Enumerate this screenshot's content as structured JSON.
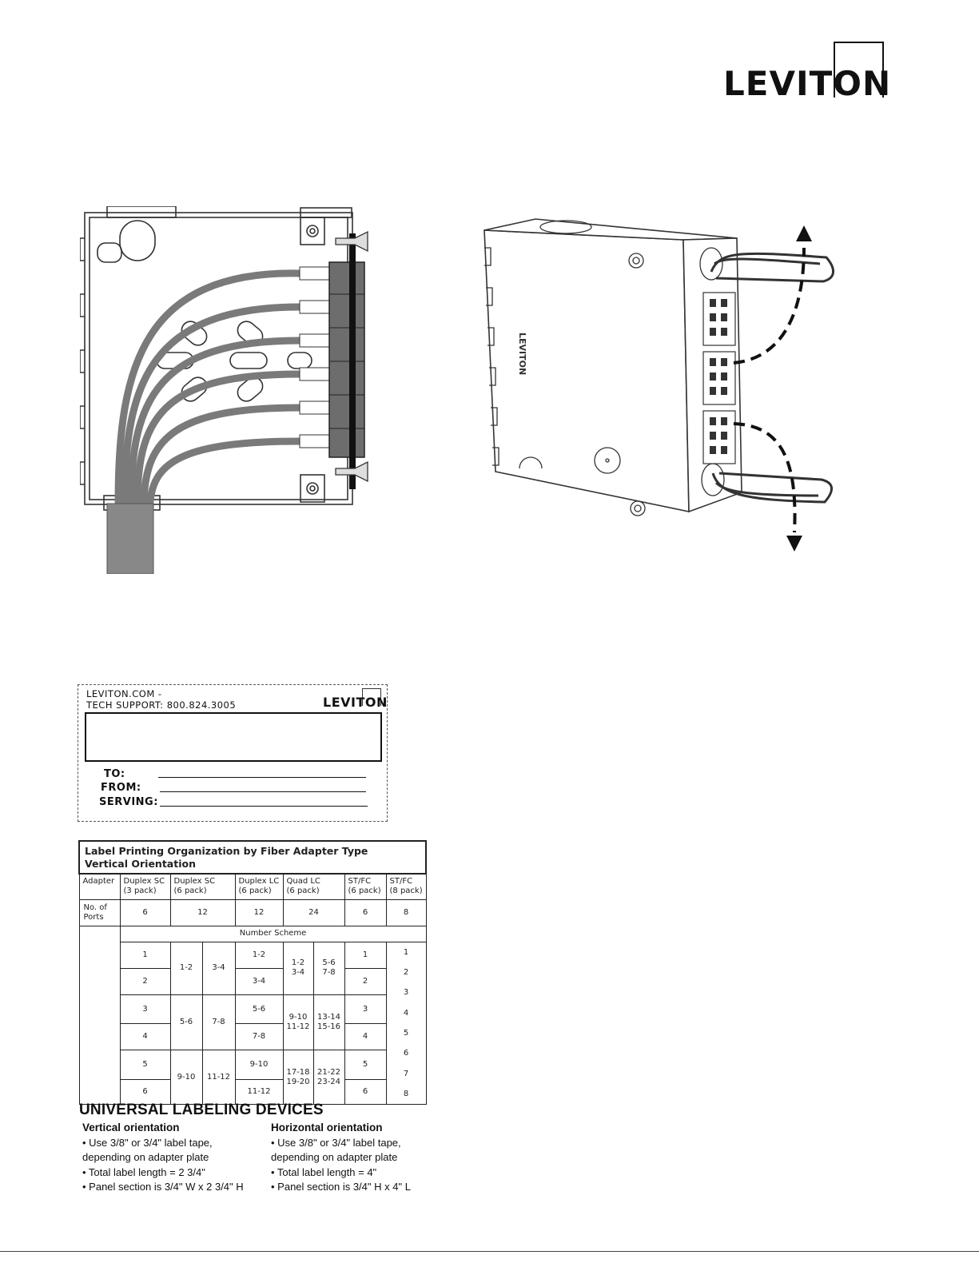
{
  "brand": {
    "logo_text": "LEVITON"
  },
  "label_card": {
    "line1": "LEVITON.COM -",
    "line2": "TECH SUPPORT: 800.824.3005",
    "logo_text": "LEVITON",
    "fields": [
      "TO:",
      "FROM:",
      "SERVING:"
    ]
  },
  "table": {
    "title_line1": "Label Printing Organization by Fiber Adapter Type",
    "title_line2": "Vertical Orientation",
    "col_adapter": "Adapter",
    "adapters": [
      {
        "name": "Duplex SC",
        "pack": "(3 pack)"
      },
      {
        "name": "Duplex SC",
        "pack": "(6 pack)"
      },
      {
        "name": "Duplex LC",
        "pack": "(6 pack)"
      },
      {
        "name": "Quad LC",
        "pack": "(6 pack)"
      },
      {
        "name": "ST/FC",
        "pack": "(6 pack)"
      },
      {
        "name": "ST/FC",
        "pack": "(8 pack)"
      }
    ],
    "ports_label_1": "No. of",
    "ports_label_2": "Ports",
    "ports": [
      "6",
      "12",
      "12",
      "24",
      "6",
      "8"
    ],
    "number_scheme": "Number Scheme",
    "sc3": [
      "1",
      "2",
      "3",
      "4",
      "5",
      "6"
    ],
    "sc6_a": [
      "1-2",
      "5-6",
      "9-10"
    ],
    "sc6_b": [
      "3-4",
      "7-8",
      "11-12"
    ],
    "lc6": [
      "1-2",
      "3-4",
      "5-6",
      "7-8",
      "9-10",
      "11-12"
    ],
    "quad_a": [
      [
        "1-2",
        "3-4"
      ],
      [
        "9-10",
        "11-12"
      ],
      [
        "17-18",
        "19-20"
      ]
    ],
    "quad_b": [
      [
        "5-6",
        "7-8"
      ],
      [
        "13-14",
        "15-16"
      ],
      [
        "21-22",
        "23-24"
      ]
    ],
    "st6": [
      "1",
      "2",
      "3",
      "4",
      "5",
      "6"
    ],
    "st8": [
      "1",
      "2",
      "3",
      "4",
      "5",
      "6",
      "7",
      "8"
    ]
  },
  "universal": {
    "title": "UNIVERSAL LABELING DEVICES",
    "vertical": {
      "heading": "Vertical orientation",
      "items": [
        "• Use 3/8\" or 3/4\" label tape,",
        "  depending on adapter plate",
        "• Total label length = 2 3/4\"",
        "• Panel section is 3/4\" W x 2 3/4\" H"
      ]
    },
    "horizontal": {
      "heading": "Horizontal orientation",
      "items": [
        " • Use 3/8\" or 3/4\" label tape,",
        "   depending on adapter plate",
        "• Total label length = 4\"",
        "• Panel section is 3/4\" H x 4\" L"
      ]
    }
  }
}
